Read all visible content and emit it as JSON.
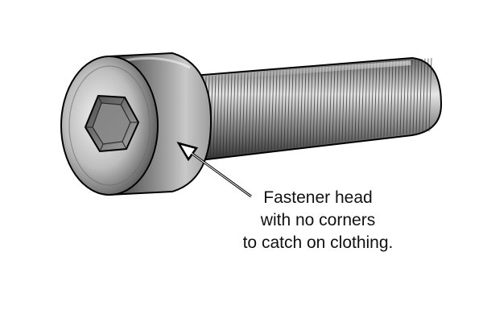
{
  "callout": {
    "lines": [
      "Fastener head",
      "with no corners",
      "to catch on clothing."
    ]
  },
  "colors": {
    "background": "#ffffff",
    "outline": "#000000",
    "text": "#111111"
  },
  "icons": {
    "socket": "hexagon-socket-icon"
  }
}
